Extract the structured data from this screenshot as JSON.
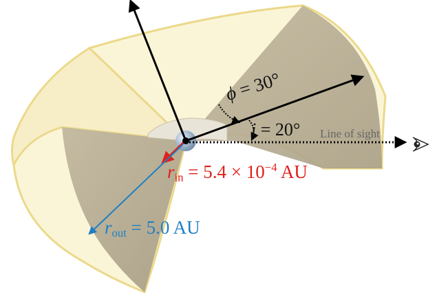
{
  "labels": {
    "phi_symbol": "ϕ",
    "phi_value": " = 30°",
    "i_symbol": "i",
    "i_value": " = 20°",
    "line_of_sight": "Line of sight",
    "r_in_symbol": "r",
    "r_in_sub": "in",
    "r_in_value": " = 5.4 × 10",
    "r_in_exp": "−4",
    "r_in_unit": " AU",
    "r_out_symbol": "r",
    "r_out_sub": "out",
    "r_out_value": " = 5.0 AU"
  },
  "colors": {
    "shell_outer": "#fbf5d8",
    "shell_edge": "#ebd98a",
    "cut_face": "#b5ab92",
    "inner_sphere": "#9db0c6",
    "r_in_color": "#e0201b",
    "r_out_color": "#1f7fc2",
    "axis_color": "#000000",
    "line_of_sight_color": "#666666"
  },
  "icons": {
    "observer": "eye-icon"
  }
}
